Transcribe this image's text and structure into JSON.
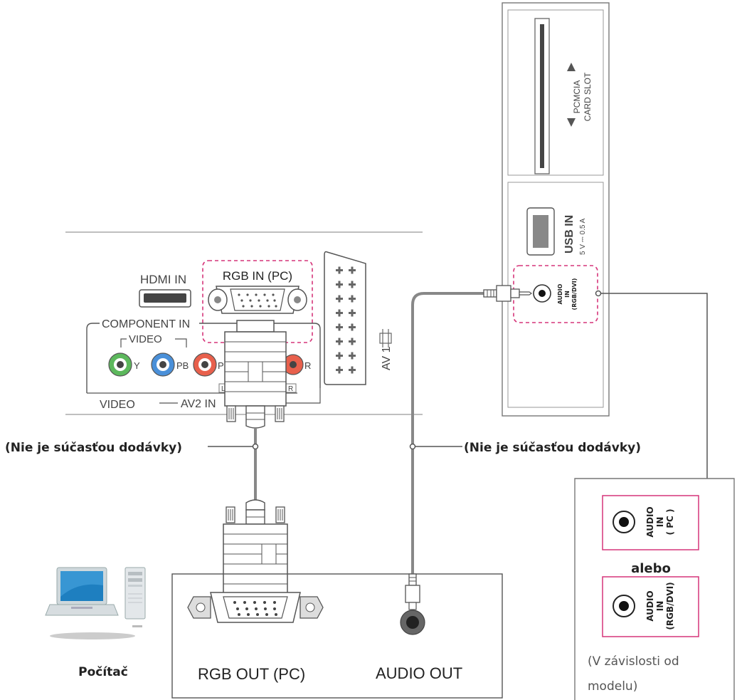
{
  "colors": {
    "highlight": "#d6357a",
    "line": "#555555",
    "jack_green": "#5cb85c",
    "jack_blue": "#4a90d9",
    "jack_red": "#e8604c",
    "screen_blue": "#1e7fc0"
  },
  "tv_panel": {
    "hdmi_label": "HDMI IN",
    "rgb_in_label": "RGB IN (PC)",
    "component_label": "COMPONENT IN",
    "video_sub_label": "VIDEO",
    "jack_y": "Y",
    "jack_pb": "PB",
    "jack_pr": "P",
    "jack_r": "R",
    "jack_l": "L",
    "video_label": "VIDEO",
    "av2_label": "AV2 IN",
    "av1_label": "AV 1"
  },
  "side_panel": {
    "pcmcia_line1": "PCMCIA",
    "pcmcia_line2": "CARD SLOT",
    "usb_label": "USB IN",
    "usb_rating": "5 V ⎓ 0.5 A",
    "audio_in_line1": "AUDIO",
    "audio_in_line2": "IN",
    "audio_in_line3": "(RGB/DVI)"
  },
  "cables": {
    "rgb_cable_note": "(Nie je súčasťou dodávky)",
    "audio_cable_note": "(Nie je súčasťou dodávky)"
  },
  "pc": {
    "caption": "Počítač",
    "rgb_out_label": "RGB OUT (PC)",
    "audio_out_label": "AUDIO OUT"
  },
  "variant_box": {
    "jack1_line1": "AUDIO",
    "jack1_line2": "IN",
    "jack1_line3": "( PC )",
    "or_label": "alebo",
    "jack2_line1": "AUDIO",
    "jack2_line2": "IN",
    "jack2_line3": "(RGB/DVI)",
    "note_line1": "(V závislosti od",
    "note_line2": "modelu)"
  }
}
